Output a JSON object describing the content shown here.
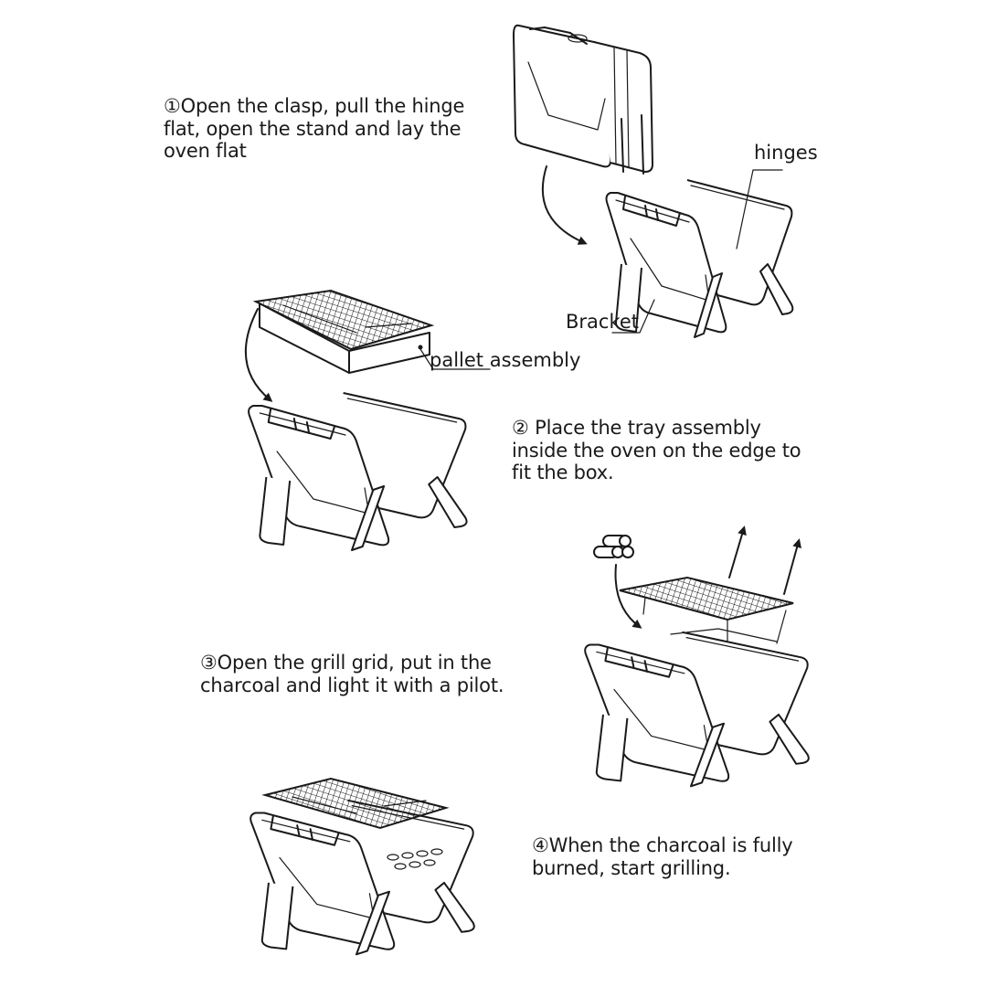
{
  "steps": [
    {
      "number": "①",
      "text": "①Open the clasp, pull the hinge\nflat, open the stand and lay the\noven flat"
    },
    {
      "number": "②",
      "text": "② Place the tray assembly\ninside the oven on the edge to\nfit the box."
    },
    {
      "number": "③",
      "text": "③Open the grill grid, put in the\ncharcoal and light it with a pilot."
    },
    {
      "number": "④",
      "text": "④When the charcoal is fully\nburned, start grilling."
    }
  ],
  "callouts": {
    "hinges": "hinges",
    "bracket": "Bracket",
    "pallet_prefix": "pallet",
    "pallet_suffix": " assembly"
  },
  "illustrations": [
    {
      "id": "folded-grill",
      "icon": "folded-case-icon"
    },
    {
      "id": "opened-grill-step1",
      "icon": "open-grill-icon"
    },
    {
      "id": "pallet-assembly",
      "icon": "tray-with-grid-icon"
    },
    {
      "id": "opened-grill-step2",
      "icon": "open-grill-icon"
    },
    {
      "id": "grill-with-charcoal",
      "icon": "charcoal-icon"
    },
    {
      "id": "assembled-grill",
      "icon": "assembled-grill-icon"
    }
  ],
  "colors": {
    "ink": "#1a1a1a",
    "background": "#ffffff"
  }
}
